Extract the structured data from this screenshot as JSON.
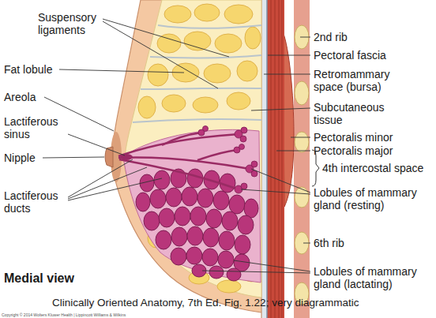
{
  "diagram": {
    "title": "Medial view",
    "caption": "Clinically Oriented Anatomy, 7th Ed. Fig. 1.22; very diagrammatic",
    "labels": [
      "Suspensory ligaments",
      "Fat lobule",
      "Areola",
      "Lactiferous sinus",
      "Nipple",
      "Lactiferous ducts",
      "2nd rib",
      "Pectoral fascia",
      "Retromammary space (bursa)",
      "Subcutaneous tissue",
      "Pectoralis minor",
      "Pectoralis major",
      "4th intercostal space",
      "Lobules of mammary gland (resting)",
      "6th rib",
      "Lobules of mammary gland (lactating)",
      "Copyright © 2014 Wolters Kluwer Health | Lippincott Williams & Wilkins"
    ]
  }
}
